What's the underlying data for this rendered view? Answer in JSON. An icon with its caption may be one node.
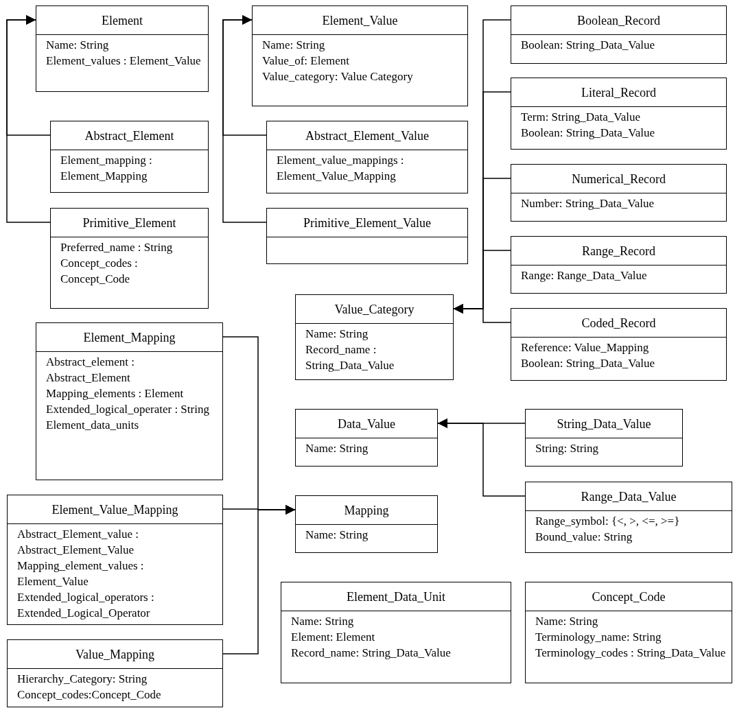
{
  "diagram": {
    "nodes": [
      {
        "text": [
          "Element",
          "Name: String",
          "Element_values : Element_Value"
        ]
      },
      {
        "text": [
          "Abstract_Element",
          "Element_mapping : Element_Mapping"
        ]
      },
      {
        "text": [
          "Primitive_Element",
          "Preferred_name : String",
          "Concept_codes : Concept_Code"
        ]
      },
      {
        "text": [
          "Element_Value",
          "Name: String",
          "Value_of: Element",
          "Value_category: Value Category"
        ]
      },
      {
        "text": [
          "Abstract_Element_Value",
          "Element_value_mappings : Element_Value_Mapping"
        ]
      },
      {
        "text": [
          "Primitive_Element_Value"
        ]
      },
      {
        "text": [
          "Boolean_Record",
          "Boolean: String_Data_Value"
        ]
      },
      {
        "text": [
          "Literal_Record",
          "Term: String_Data_Value",
          "Boolean: String_Data_Value"
        ]
      },
      {
        "text": [
          "Numerical_Record",
          "Number: String_Data_Value"
        ]
      },
      {
        "text": [
          "Range_Record",
          "Range: Range_Data_Value"
        ]
      },
      {
        "text": [
          "Coded_Record",
          "Reference: Value_Mapping",
          "Boolean: String_Data_Value"
        ]
      },
      {
        "text": [
          "Value_Category",
          "Name: String",
          "Record_name : String_Data_Value"
        ]
      },
      {
        "text": [
          "Element_Mapping",
          "Abstract_element : Abstract_Element",
          "Mapping_elements : Element",
          "Extended_logical_operater : String",
          "Element_data_units"
        ]
      },
      {
        "text": [
          "Element_Value_Mapping",
          "Abstract_Element_value : Abstract_Element_Value",
          "Mapping_element_values : Element_Value",
          "Extended_logical_operators : Extended_Logical_Operator"
        ]
      },
      {
        "text": [
          "Value_Mapping",
          "Hierarchy_Category: String",
          "Concept_codes:Concept_Code"
        ]
      },
      {
        "text": [
          "Data_Value",
          "Name: String"
        ]
      },
      {
        "text": [
          "Mapping",
          "Name: String"
        ]
      },
      {
        "text": [
          "String_Data_Value",
          "String: String"
        ]
      },
      {
        "text": [
          "Range_Data_Value",
          "Range_symbol: {<, >, <=, >=}",
          "Bound_value: String"
        ]
      },
      {
        "text": [
          "Element_Data_Unit",
          "Name: String",
          "Element: Element",
          "Record_name: String_Data_Value"
        ]
      },
      {
        "text": [
          "Concept_Code",
          "Name: String",
          "Terminology_name: String",
          "Terminology_codes : String_Data_Value"
        ]
      }
    ],
    "edges": [
      {
        "from": 1,
        "to": 0,
        "arrow": "to"
      },
      {
        "from": 2,
        "to": 0,
        "arrow": "to"
      },
      {
        "from": 4,
        "to": 3,
        "arrow": "to"
      },
      {
        "from": 5,
        "to": 3,
        "arrow": "to"
      },
      {
        "from": 6,
        "to": 11,
        "arrow": "to"
      },
      {
        "from": 7,
        "to": 11,
        "arrow": "to"
      },
      {
        "from": 8,
        "to": 11,
        "arrow": "to"
      },
      {
        "from": 9,
        "to": 11,
        "arrow": "to"
      },
      {
        "from": 10,
        "to": 11,
        "arrow": "to"
      },
      {
        "from": 17,
        "to": 15,
        "arrow": "to"
      },
      {
        "from": 18,
        "to": 15,
        "arrow": "to"
      },
      {
        "from": 12,
        "to": 16,
        "arrow": "to"
      },
      {
        "from": 13,
        "to": 16,
        "arrow": "to"
      },
      {
        "from": 14,
        "to": 16,
        "arrow": "to"
      }
    ]
  }
}
